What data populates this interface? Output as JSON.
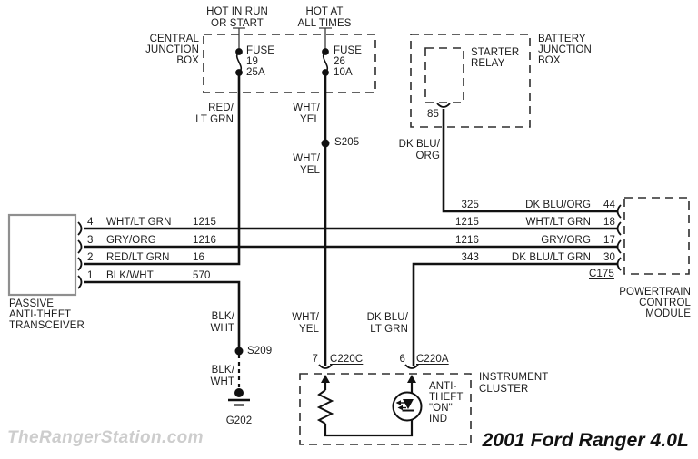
{
  "watermark": "TheRangerStation.com",
  "caption": "2001 Ford Ranger 4.0L",
  "power": {
    "run_start": [
      "HOT IN RUN",
      "OR START"
    ],
    "all_times": [
      "HOT AT",
      "ALL TIMES"
    ]
  },
  "boxes": {
    "central_junction_box": [
      "CENTRAL",
      "JUNCTION",
      "BOX"
    ],
    "battery_junction_box": [
      "BATTERY",
      "JUNCTION",
      "BOX"
    ],
    "starter_relay": [
      "STARTER",
      "RELAY"
    ],
    "powertrain_control_module": [
      "POWERTRAIN",
      "CONTROL",
      "MODULE"
    ],
    "instrument_cluster": [
      "INSTRUMENT",
      "CLUSTER"
    ],
    "passive_anti_theft_transceiver": [
      "PASSIVE",
      "ANTI-THEFT",
      "TRANSCEIVER"
    ]
  },
  "fuses": {
    "fuse_19": [
      "FUSE",
      "19",
      "25A"
    ],
    "fuse_26": [
      "FUSE",
      "26",
      "10A"
    ]
  },
  "relay_pin": "85",
  "splices": {
    "s205": "S205",
    "s209": "S209"
  },
  "ground": {
    "label": "G202"
  },
  "connectors": {
    "c175": "C175",
    "c220c": "C220C",
    "c220a": "C220A"
  },
  "cluster_pins": {
    "pin7": "7",
    "pin6": "6"
  },
  "wire_labels": {
    "red_lt_grn": [
      "RED/",
      "LT GRN"
    ],
    "wht_yel_upper": [
      "WHT/",
      "YEL"
    ],
    "wht_yel_mid": [
      "WHT/",
      "YEL"
    ],
    "wht_yel_lower": [
      "WHT/",
      "YEL"
    ],
    "dk_blu_org": [
      "DK BLU/",
      "ORG"
    ],
    "dk_blu_lt_grn": [
      "DK BLU/",
      "LT GRN"
    ],
    "blk_wht_upper": [
      "BLK/",
      "WHT"
    ],
    "blk_wht_lower": [
      "BLK/",
      "WHT"
    ]
  },
  "transceiver_rows": [
    {
      "pin": "4",
      "color": "WHT/LT GRN",
      "circuit": "1215"
    },
    {
      "pin": "3",
      "color": "GRY/ORG",
      "circuit": "1216"
    },
    {
      "pin": "2",
      "color": "RED/LT GRN",
      "circuit": "16"
    },
    {
      "pin": "1",
      "color": "BLK/WHT",
      "circuit": "570"
    }
  ],
  "pcm_rows": [
    {
      "circuit": "325",
      "color": "DK BLU/ORG",
      "pin": "44"
    },
    {
      "circuit": "1215",
      "color": "WHT/LT GRN",
      "pin": "18"
    },
    {
      "circuit": "1216",
      "color": "GRY/ORG",
      "pin": "17"
    },
    {
      "circuit": "343",
      "color": "DK BLU/LT GRN",
      "pin": "30"
    }
  ],
  "indicator": [
    "ANTI-",
    "THEFT",
    "\"ON\"",
    "IND"
  ],
  "colors": {
    "wire": "#111111",
    "text": "#1c1c1c",
    "watermark": "#cdcdcd",
    "background": "#ffffff"
  }
}
